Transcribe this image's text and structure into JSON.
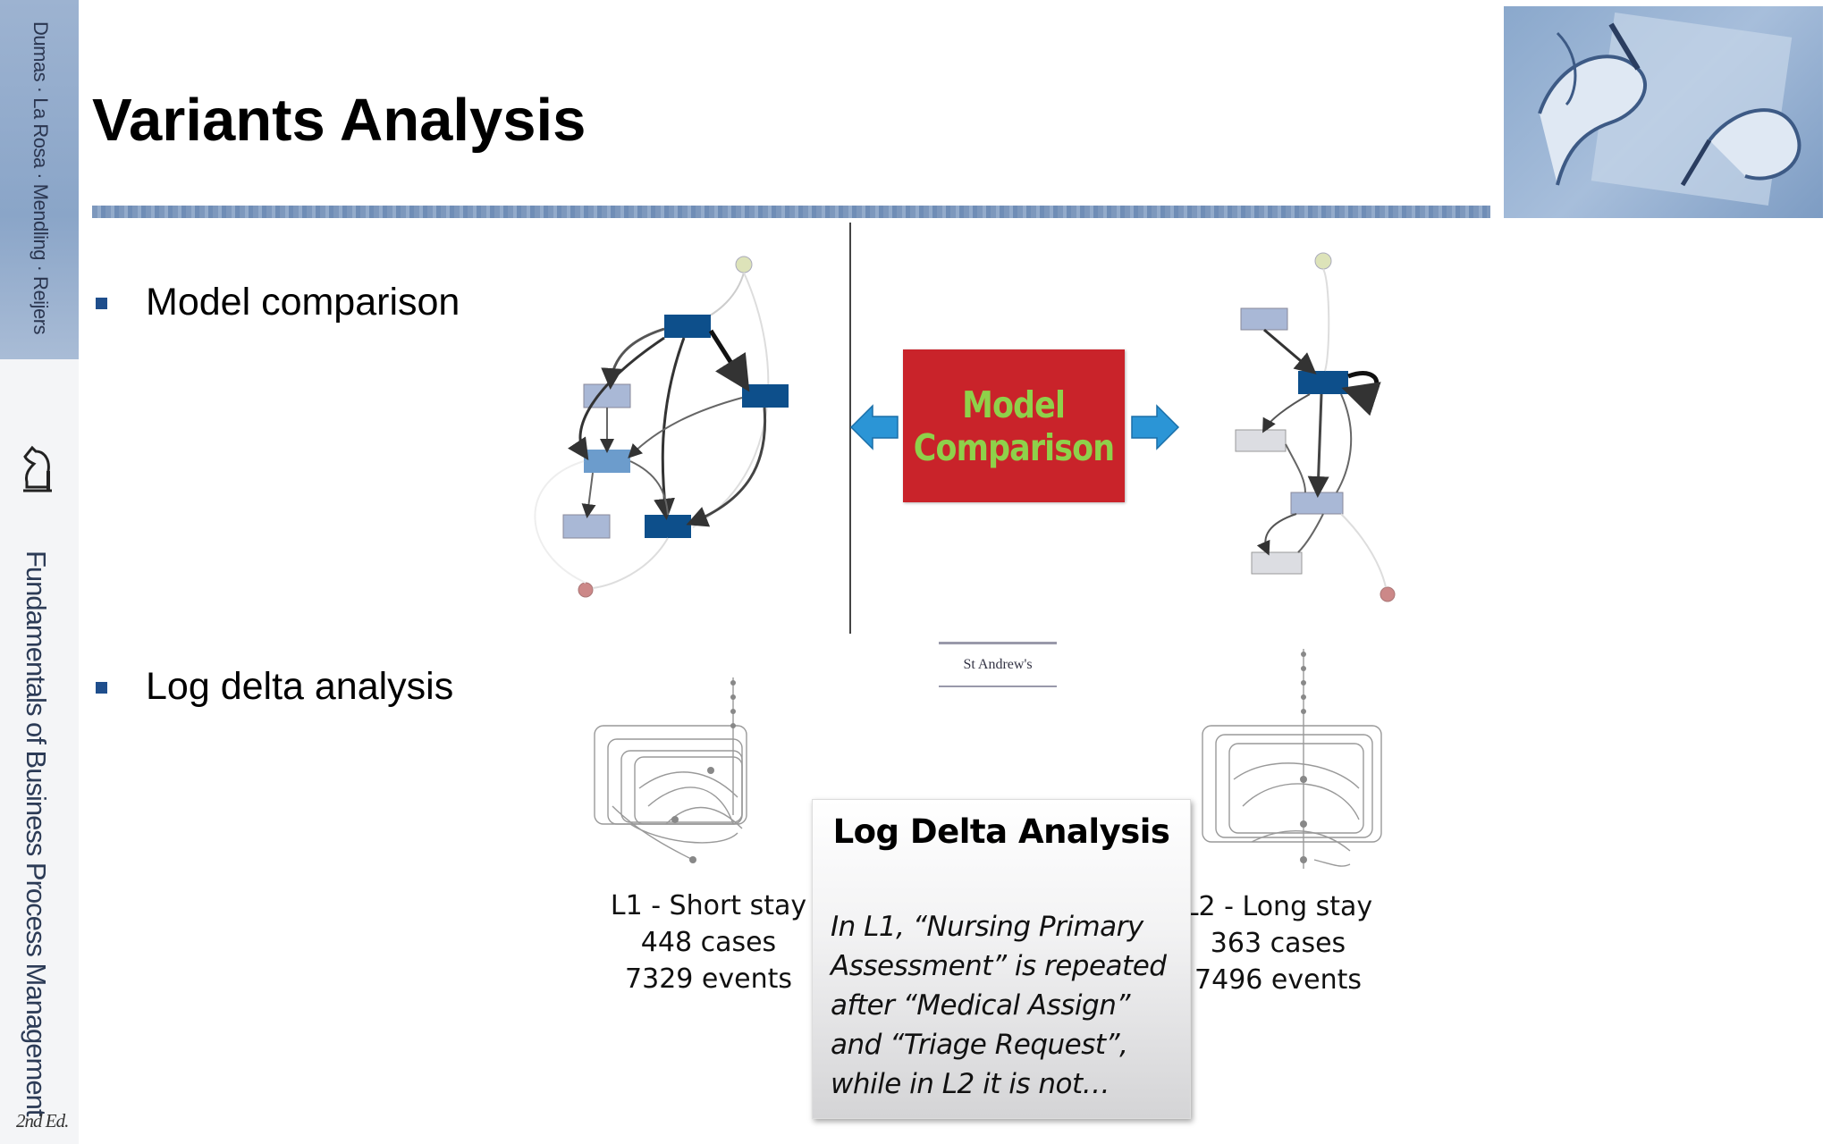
{
  "sidebar": {
    "authors": "Dumas · La Rosa · Mendling · Reijers",
    "book_title": "Fundamentals of Business Process Management",
    "edition": "2nd Ed."
  },
  "title": "Variants Analysis",
  "bullets": [
    {
      "label": "Model comparison"
    },
    {
      "label": "Log delta analysis"
    }
  ],
  "model_comparison": {
    "label_line1": "Model",
    "label_line2": "Comparison"
  },
  "logo_text": "St Andrew's",
  "log_stats": {
    "l1": {
      "name": "L1 - Short stay",
      "cases": "448 cases",
      "events": "7329 events"
    },
    "l2": {
      "name": "L2 - Long stay",
      "cases": "363 cases",
      "events": "7496 events"
    }
  },
  "log_delta": {
    "heading": "Log Delta Analysis",
    "body": "In L1, “Nursing Primary Assessment” is repeated after “Medical Assign” and “Triage Request”, while in L2 it is not…"
  },
  "colors": {
    "accent_blue": "#1f4e8c",
    "box_red": "#c9232a",
    "box_text_green": "#8ed14a",
    "arrow_blue": "#2b95d6",
    "node_dark": "#0d4f8b",
    "node_light": "#a9b8d6"
  }
}
